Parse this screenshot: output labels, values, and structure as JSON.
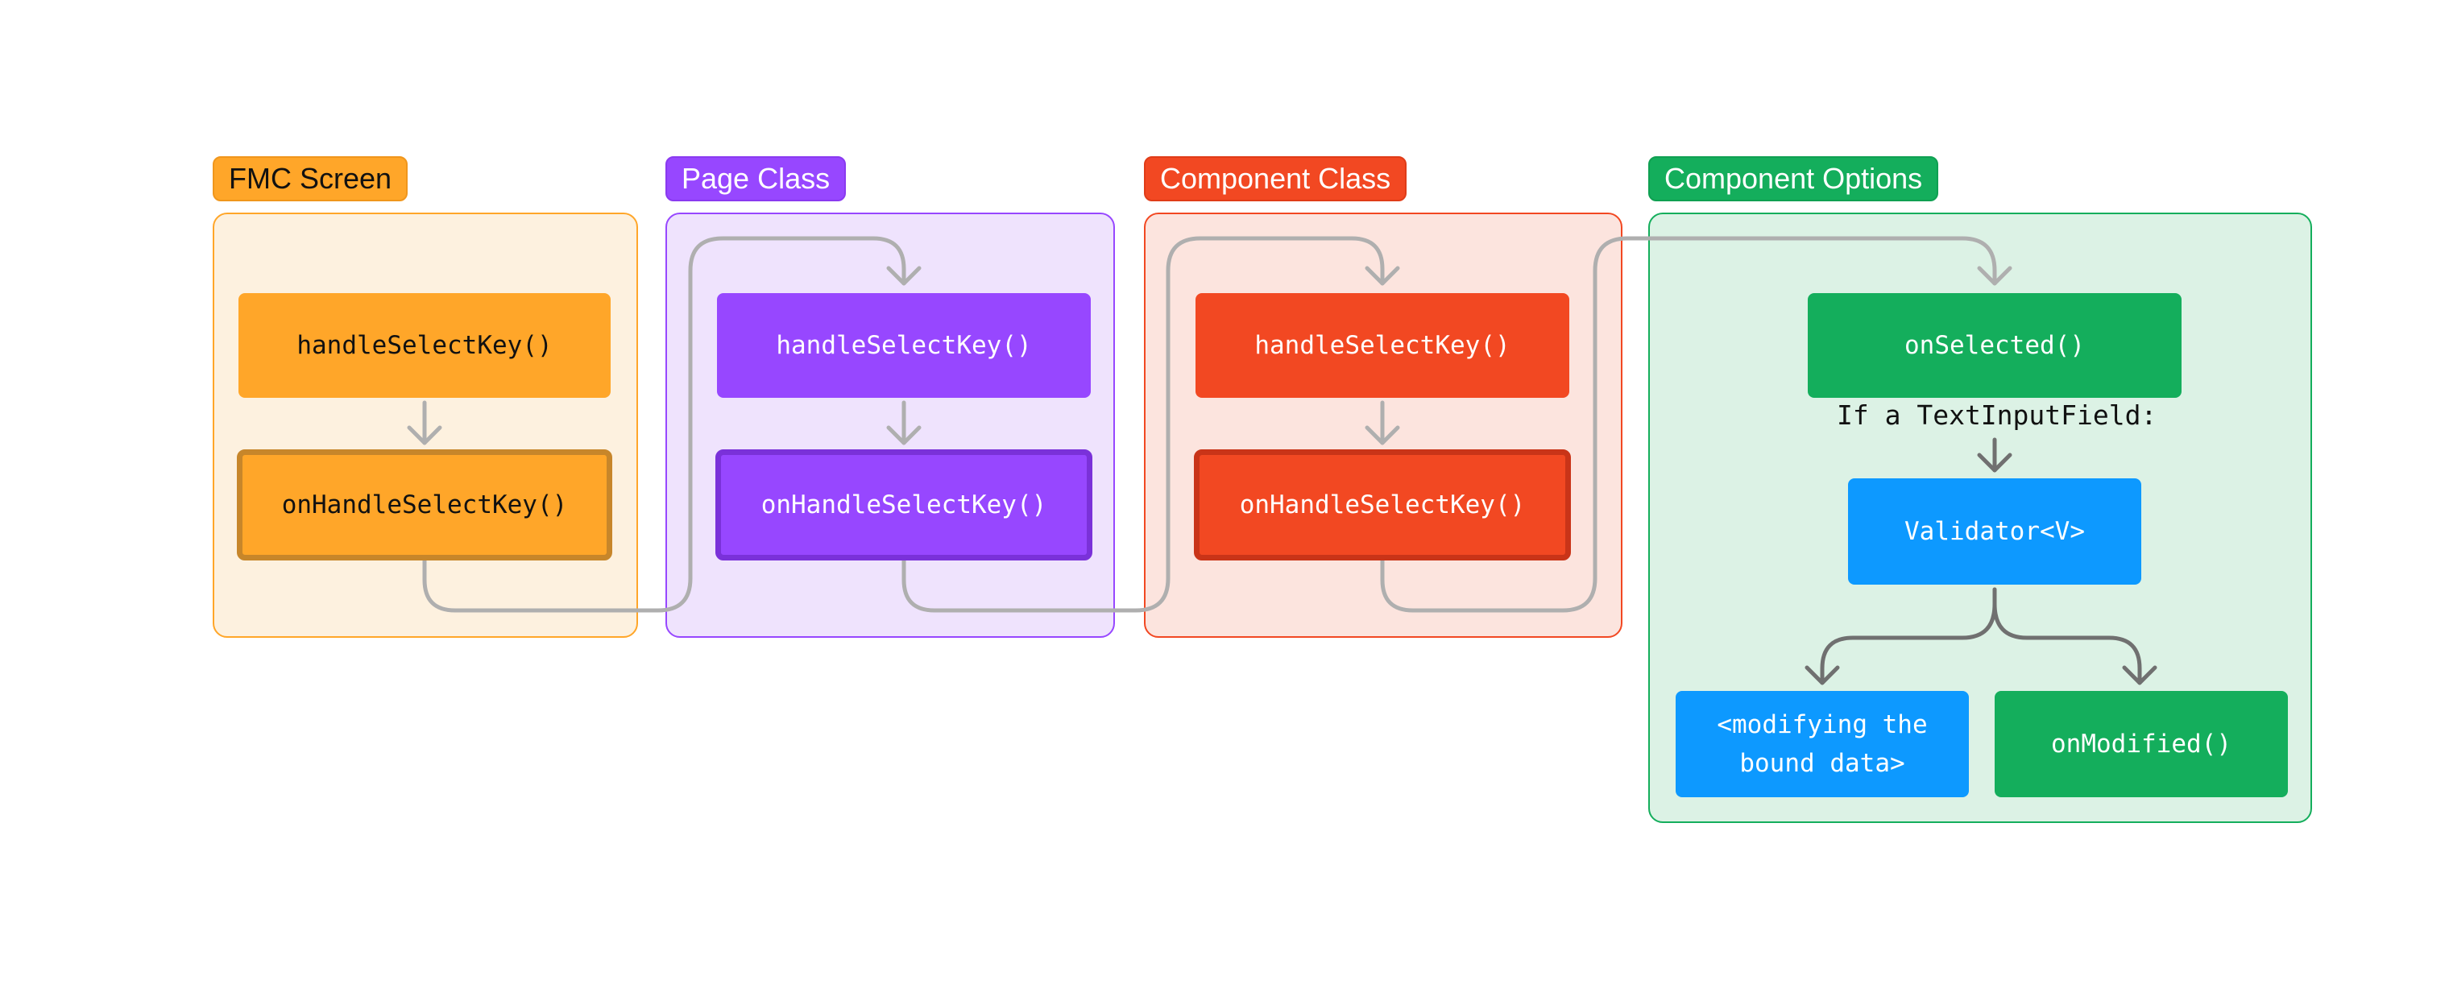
{
  "groups": {
    "fmc": {
      "label": "FMC Screen",
      "accent": "#FFA629",
      "fill": "#FDF1DF",
      "tag_text": "#111111"
    },
    "page": {
      "label": "Page Class",
      "accent": "#9747FF",
      "fill": "#EFE3FD",
      "tag_text": "#FFFFFF"
    },
    "component": {
      "label": "Component Class",
      "accent": "#F24822",
      "fill": "#FCE4DE",
      "tag_text": "#FFFFFF"
    },
    "options": {
      "label": "Component Options",
      "accent": "#14AE5C",
      "fill": "#DCF2E5",
      "tag_text": "#FFFFFF"
    }
  },
  "nodes": {
    "fmc_handle": "handleSelectKey()",
    "fmc_on_handle": "onHandleSelectKey()",
    "page_handle": "handleSelectKey()",
    "page_on_handle": "onHandleSelectKey()",
    "component_handle": "handleSelectKey()",
    "component_on_handle": "onHandleSelectKey()",
    "on_selected": "onSelected()",
    "text_input_condition": "If a TextInputField:",
    "validator": "Validator<V>",
    "modifying_line1": "<modifying the",
    "modifying_line2": "bound data>",
    "on_modified": "onModified()"
  },
  "colors": {
    "blue": "#0D99FF",
    "arrow_light": "#AFAFAF",
    "arrow_dark": "#707070",
    "fmc_thick_border": "#C7862A",
    "page_thick_border": "#7A31D9",
    "component_thick_border": "#C93418"
  }
}
